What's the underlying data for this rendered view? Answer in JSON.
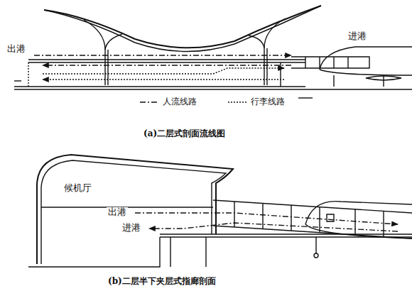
{
  "diagram": {
    "labels": [
      "出港",
      "进港",
      "(a)二层式剖面流线图",
      "候机厅",
      "出港",
      "进港",
      "(b)二层半下夹层式指廊剖面"
    ],
    "legend": [
      {
        "text": "人流线路"
      },
      {
        "text": "行李线路"
      }
    ]
  }
}
